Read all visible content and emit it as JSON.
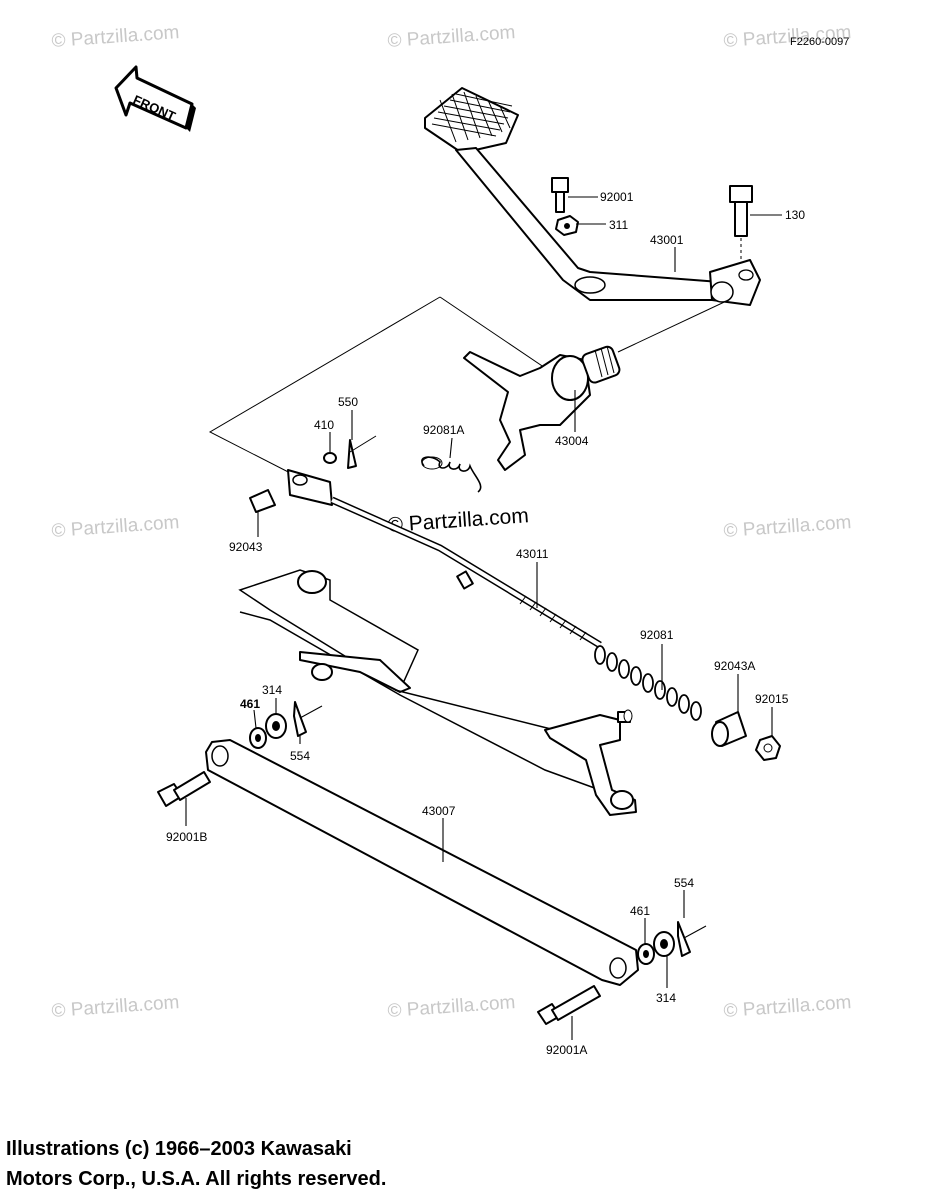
{
  "diagram_code": "F2260-0097",
  "front_label": "FRONT",
  "watermark": {
    "text": "© Partzilla.com",
    "center_text": "© Partzilla.com"
  },
  "parts": {
    "p92001": "92001",
    "p130": "130",
    "p311": "311",
    "p43001": "43001",
    "p550": "550",
    "p410": "410",
    "p92081A": "92081A",
    "p43004": "43004",
    "p92043": "92043",
    "p43011": "43011",
    "p92081": "92081",
    "p92043A": "92043A",
    "p92015": "92015",
    "p314_upper": "314",
    "p461_upper": "461",
    "p554_upper": "554",
    "p92001B": "92001B",
    "p43007": "43007",
    "p554_lower": "554",
    "p461_lower": "461",
    "p314_lower": "314",
    "p92001A": "92001A"
  },
  "copyright": {
    "line1": "Illustrations (c) 1966–2003 Kawasaki",
    "line2": "Motors Corp., U.S.A.  All rights reserved."
  },
  "colors": {
    "ink": "#000000",
    "watermark": "#c8c8c8",
    "background": "#ffffff"
  }
}
